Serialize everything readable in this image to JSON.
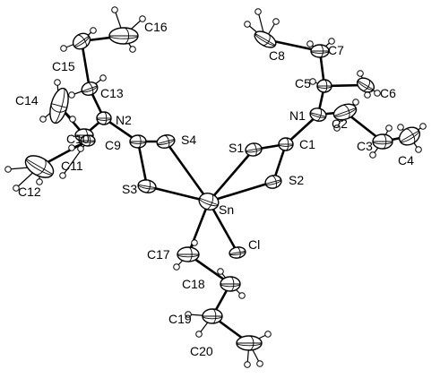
{
  "diagram": {
    "type": "ortep-molecular-structure",
    "atoms": [
      {
        "id": "Sn",
        "label": "Sn"
      },
      {
        "id": "Cl",
        "label": "Cl"
      },
      {
        "id": "S1",
        "label": "S1"
      },
      {
        "id": "S2",
        "label": "S2"
      },
      {
        "id": "S3",
        "label": "S3"
      },
      {
        "id": "S4",
        "label": "S4"
      },
      {
        "id": "N1",
        "label": "N1"
      },
      {
        "id": "N2",
        "label": "N2"
      },
      {
        "id": "C1",
        "label": "C1"
      },
      {
        "id": "C2",
        "label": "C2"
      },
      {
        "id": "C3",
        "label": "C3"
      },
      {
        "id": "C4",
        "label": "C4"
      },
      {
        "id": "C5",
        "label": "C5"
      },
      {
        "id": "C6",
        "label": "C6"
      },
      {
        "id": "C7",
        "label": "C7"
      },
      {
        "id": "C8",
        "label": "C8"
      },
      {
        "id": "C9",
        "label": "C9"
      },
      {
        "id": "C10",
        "label": "C10"
      },
      {
        "id": "C11",
        "label": "C11"
      },
      {
        "id": "C12",
        "label": "C12"
      },
      {
        "id": "C13",
        "label": "C13"
      },
      {
        "id": "C14",
        "label": "C14"
      },
      {
        "id": "C15",
        "label": "C15"
      },
      {
        "id": "C16",
        "label": "C16"
      },
      {
        "id": "C17",
        "label": "C17"
      },
      {
        "id": "C18",
        "label": "C18"
      },
      {
        "id": "C19",
        "label": "C19"
      },
      {
        "id": "C20",
        "label": "C20"
      }
    ],
    "bonds": [
      [
        "Sn",
        "S1"
      ],
      [
        "Sn",
        "S2"
      ],
      [
        "Sn",
        "S3"
      ],
      [
        "Sn",
        "S4"
      ],
      [
        "Sn",
        "Cl"
      ],
      [
        "Sn",
        "C17"
      ],
      [
        "S1",
        "C1"
      ],
      [
        "S2",
        "C1"
      ],
      [
        "C1",
        "N1"
      ],
      [
        "N1",
        "C2"
      ],
      [
        "N1",
        "C5"
      ],
      [
        "C2",
        "C3"
      ],
      [
        "C3",
        "C4"
      ],
      [
        "C5",
        "C6"
      ],
      [
        "C5",
        "C7"
      ],
      [
        "C7",
        "C8"
      ],
      [
        "S3",
        "C9"
      ],
      [
        "S4",
        "C9"
      ],
      [
        "C9",
        "N2"
      ],
      [
        "N2",
        "C10"
      ],
      [
        "N2",
        "C13"
      ],
      [
        "C10",
        "C11"
      ],
      [
        "C10",
        "C14"
      ],
      [
        "C11",
        "C12"
      ],
      [
        "C13",
        "C15"
      ],
      [
        "C15",
        "C16"
      ],
      [
        "C17",
        "C18"
      ],
      [
        "C18",
        "C19"
      ],
      [
        "C19",
        "C20"
      ]
    ]
  }
}
